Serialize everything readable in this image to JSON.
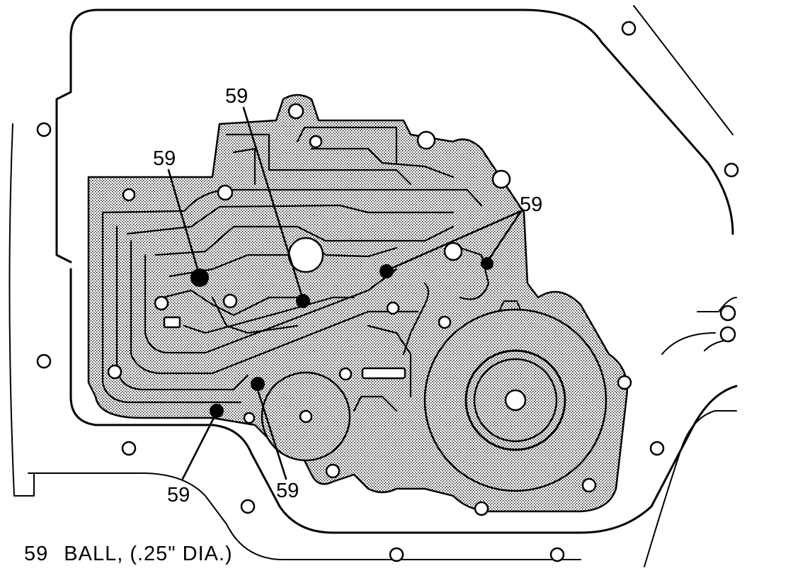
{
  "callouts": [
    {
      "id": "a",
      "label": "59"
    },
    {
      "id": "b",
      "label": "59"
    },
    {
      "id": "c",
      "label": "59"
    },
    {
      "id": "d",
      "label": "59"
    },
    {
      "id": "e",
      "label": "59"
    }
  ],
  "legend": {
    "number": "59",
    "description": "BALL, (.25\" DIA.)"
  },
  "colors": {
    "line": "#000000",
    "background": "#ffffff"
  }
}
